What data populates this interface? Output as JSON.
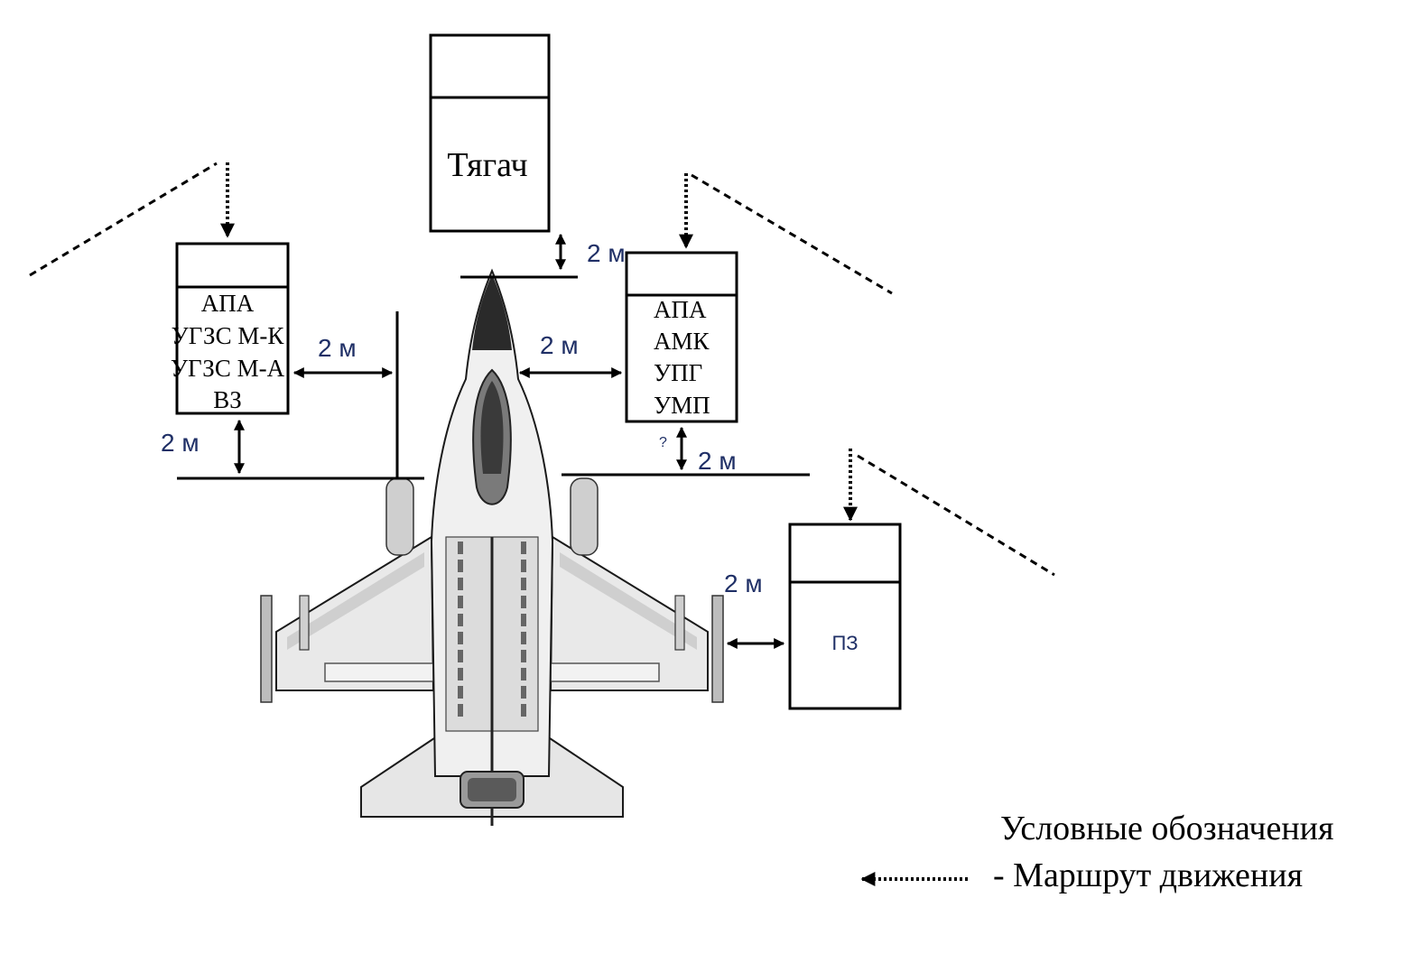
{
  "vehicles": {
    "tow": {
      "label": "Тягач"
    },
    "left": {
      "lines": [
        "АПА",
        "УГЗС М-К",
        "УГЗС М-А",
        "ВЗ"
      ]
    },
    "right": {
      "lines": [
        "АПА",
        "АМК",
        "УПГ",
        "УМП"
      ]
    },
    "right_mark": "?",
    "pz": {
      "label": "ПЗ"
    }
  },
  "distances": {
    "tow_gap": "2 м",
    "left_side": "2 м",
    "left_rear": "2 м",
    "right_side": "2 м",
    "right_rear": "2 м",
    "pz_side": "2 м"
  },
  "legend": {
    "title": "Условные обозначения",
    "route_label": "- Маршрут движения"
  },
  "colors": {
    "line": "#000000",
    "label": "#1f2f66",
    "plane_fill": "#e6e6e6"
  }
}
